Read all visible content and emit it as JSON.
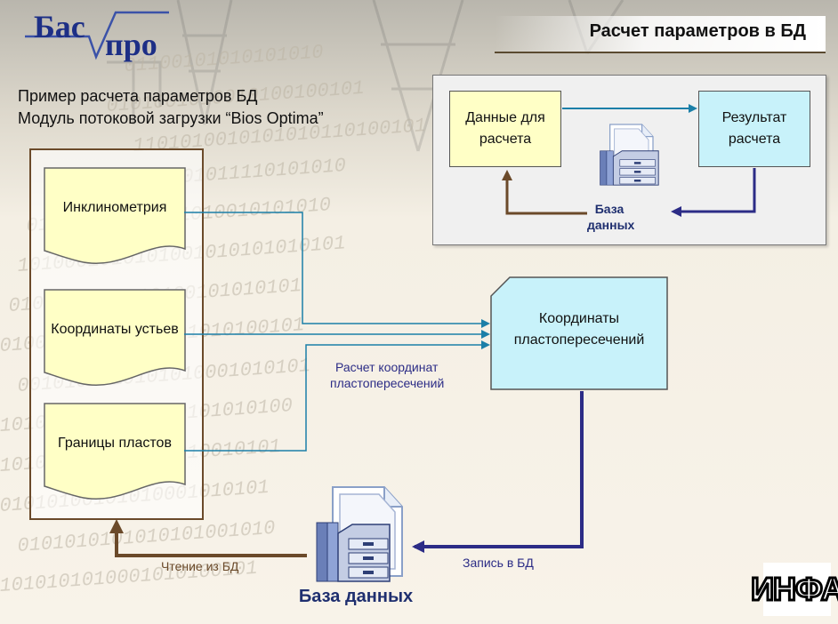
{
  "header": {
    "title": "Расчет параметров в БД",
    "logo_left": "Бас",
    "logo_right": "про"
  },
  "subtitle": {
    "line1": "Пример расчета параметров БД",
    "line2": "Модуль потоковой загрузки “Bios Optima”"
  },
  "background": {
    "binary_rows": [
      "01100101010101010",
      "0101001010010100100101",
      "1101010010101010110100101",
      "0101001010101011110101010",
      "01000101010101010010101010",
      "1010001010101001010101010101",
      "0101010101010100101010101",
      "01001010101001001010100101",
      "0010101010101010001010101",
      "1010101000101010101010100",
      "101010100010101010010101",
      "01010100101010001010101",
      "0101010101010101001010",
      "1010101010001010100101"
    ]
  },
  "left_docs": [
    {
      "label": "Инклинометрия"
    },
    {
      "label": "Координаты устьев"
    },
    {
      "label": "Границы пластов"
    }
  ],
  "inset": {
    "input_box": "Данные для расчета",
    "result_box": "Результат расчета",
    "db_label": "База данных"
  },
  "center": {
    "coord_box": "Координаты пластопересечений",
    "calc_label_line1": "Расчет координат",
    "calc_label_line2": "пластопересечений"
  },
  "bottom": {
    "db_label": "База данных",
    "read_label": "Чтение из БД",
    "write_label": "Запись в БД"
  },
  "brand": {
    "infa": "ИНФА"
  },
  "colors": {
    "brown": "#6b4a2a",
    "navy": "#2c2c86",
    "teal": "#1b7fa8",
    "yellow": "#ffffc6",
    "cyan": "#c8f2fa"
  }
}
